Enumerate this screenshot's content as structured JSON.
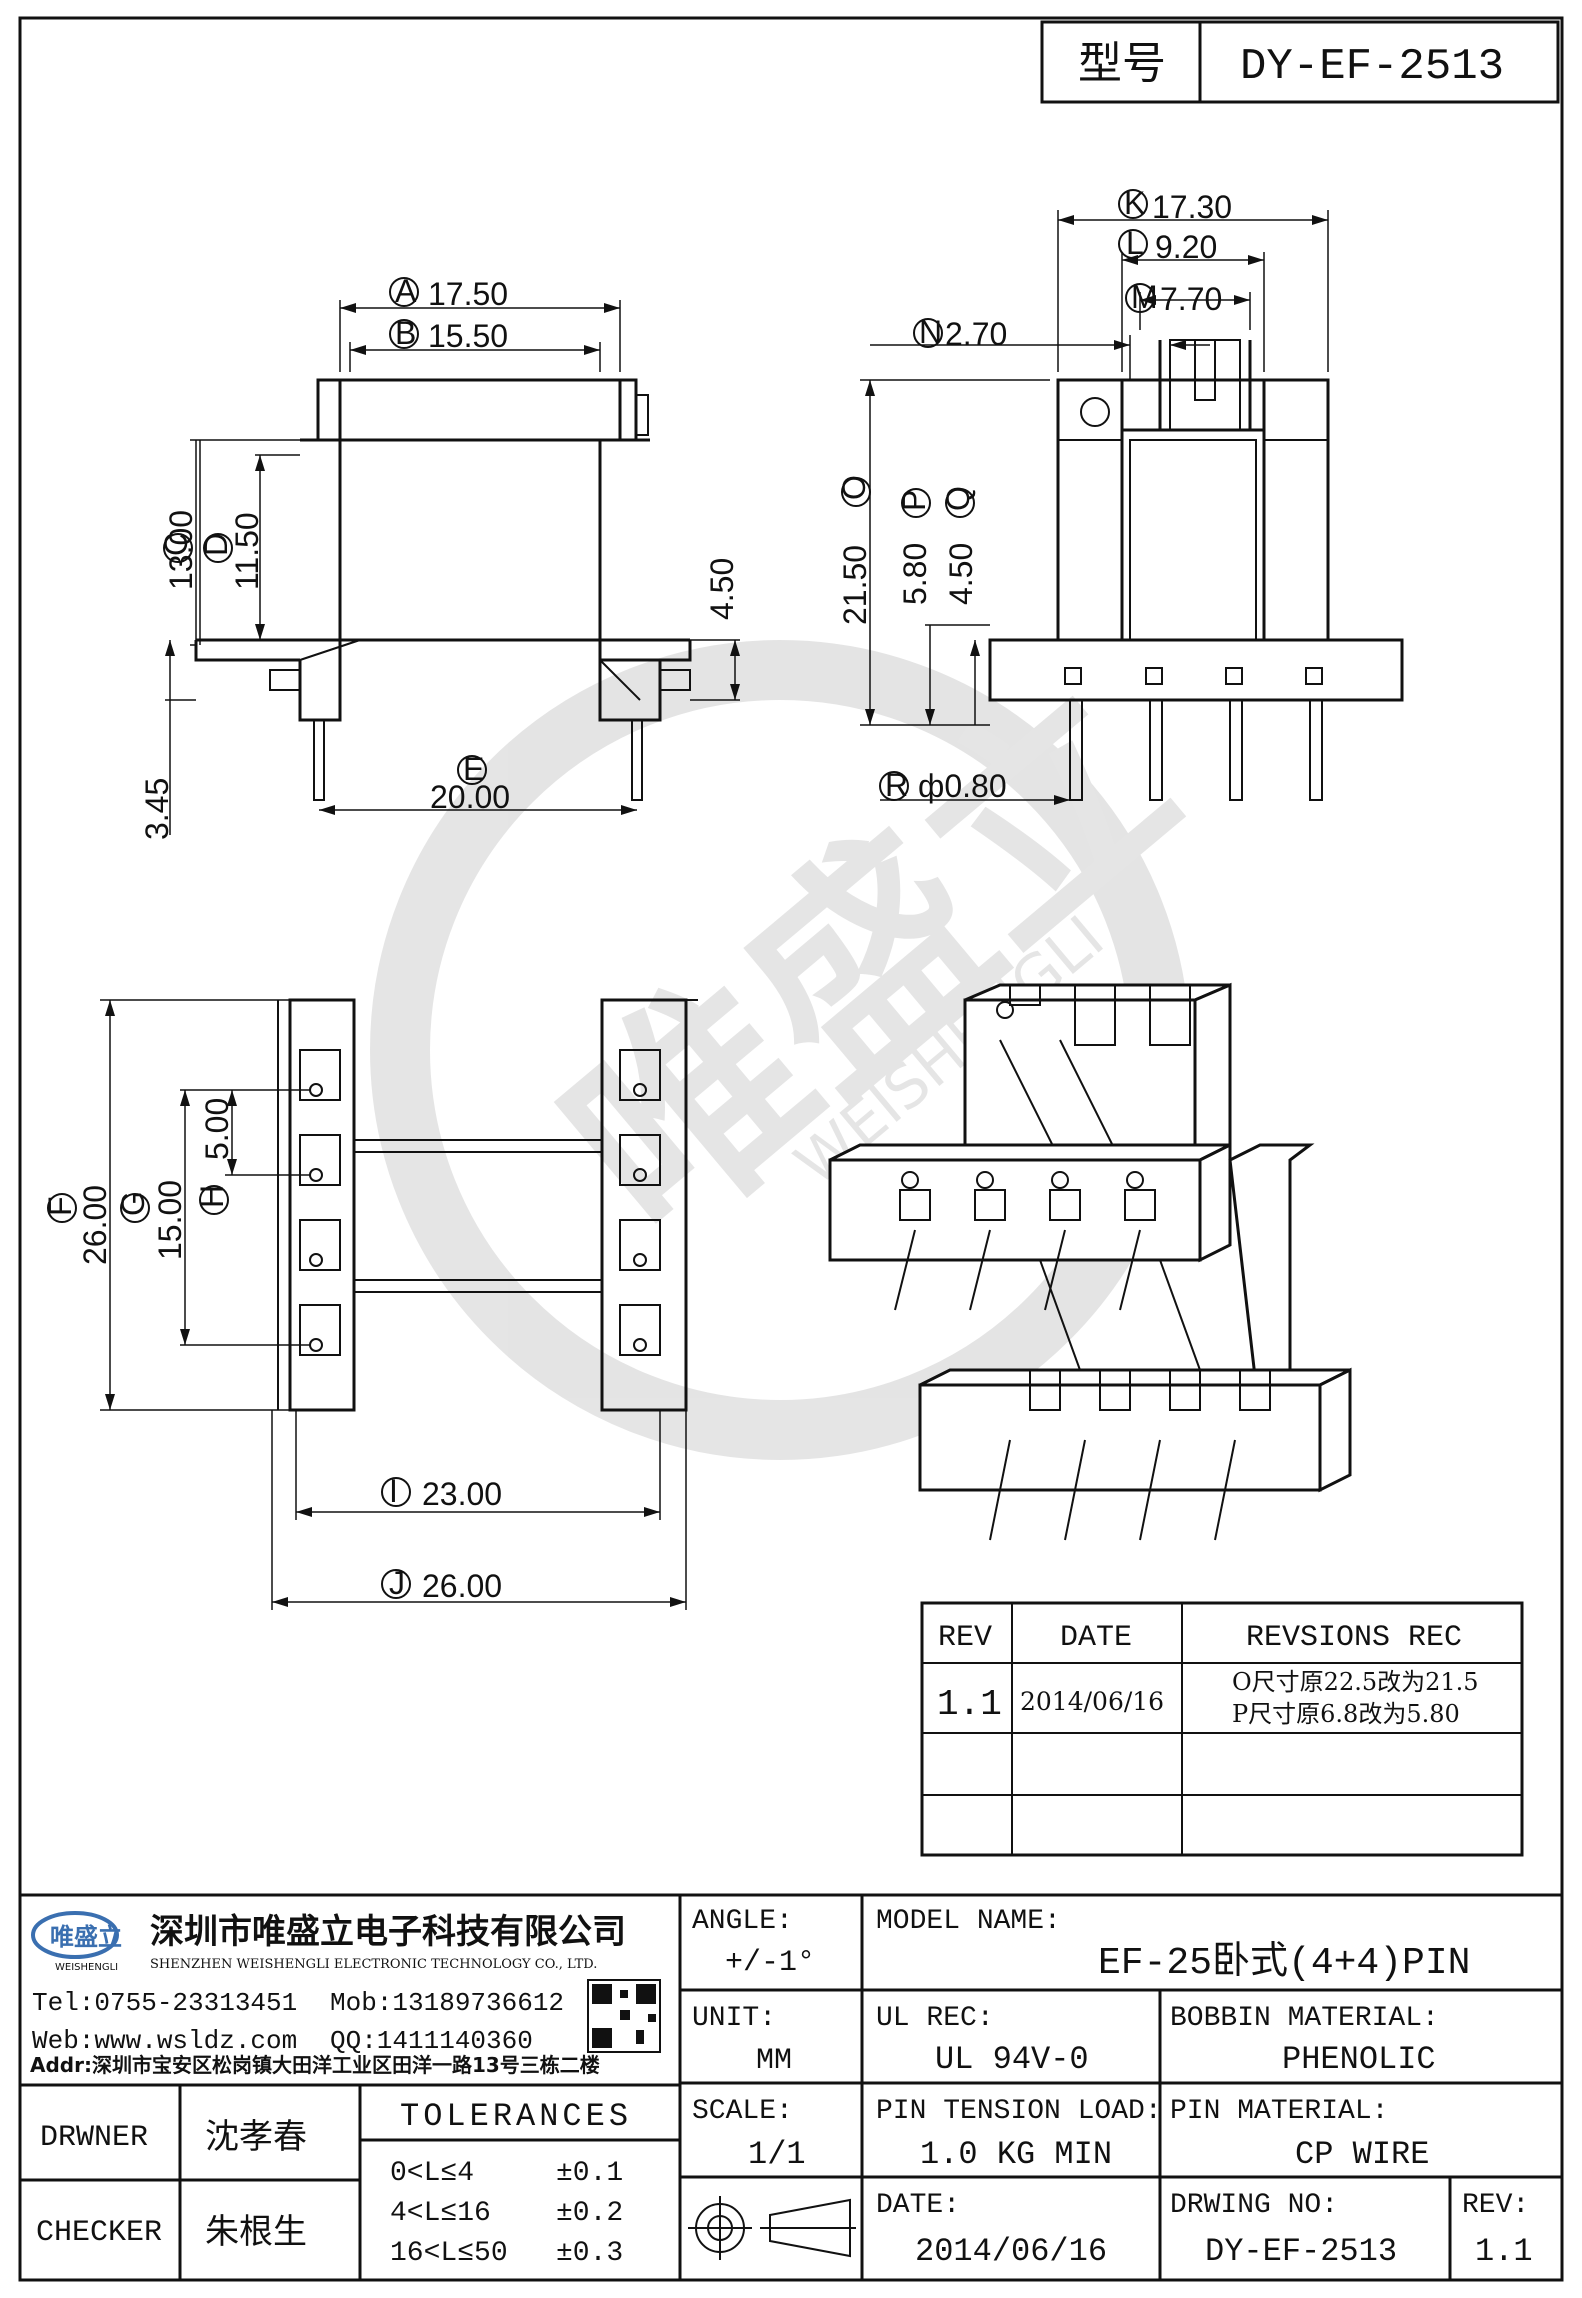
{
  "header": {
    "model_label": "型号",
    "model_value": "DY-EF-2513"
  },
  "dimensions": {
    "A": "17.50",
    "B": "15.50",
    "C": "13.00",
    "D": "11.50",
    "E": "20.00",
    "F": "26.00",
    "G": "15.00",
    "H": "5.00",
    "I": "23.00",
    "J": "26.00",
    "K": "17.30",
    "L": "9.20",
    "M": "7.70",
    "N": "2.70",
    "O": "21.50",
    "P": "5.80",
    "Q": "4.50",
    "R": "ф0.80",
    "side_left": "3.45",
    "side_right": "4.50"
  },
  "markers": {
    "A": "A",
    "B": "B",
    "C": "C",
    "D": "D",
    "E": "E",
    "F": "F",
    "G": "G",
    "H": "H",
    "I": "I",
    "J": "J",
    "K": "K",
    "L": "L",
    "M": "M",
    "N": "N",
    "O": "O",
    "P": "P",
    "Q": "Q",
    "R": "R"
  },
  "watermark": {
    "chinese": "唯盛立",
    "english": "WEISHENGLI"
  },
  "revision_table": {
    "headers": [
      "REV",
      "DATE",
      "REVSIONS REC"
    ],
    "rows": [
      {
        "rev": "1.1",
        "date": "2014/06/16",
        "rec_line1": "O尺寸原22.5改为21.5",
        "rec_line2": "P尺寸原6.8改为5.80"
      },
      {
        "rev": "",
        "date": "",
        "rec_line1": "",
        "rec_line2": ""
      },
      {
        "rev": "",
        "date": "",
        "rec_line1": "",
        "rec_line2": ""
      }
    ]
  },
  "company": {
    "logo_text": "唯盛立",
    "logo_sub": "WEISHENGLI",
    "name_cn": "深圳市唯盛立电子科技有限公司",
    "name_en": "SHENZHEN WEISHENGLI ELECTRONIC TECHNOLOGY CO., LTD.",
    "tel": "Tel:0755-23313451",
    "mob": "Mob:13189736612",
    "web": "Web:www.wsldz.com",
    "qq": "QQ:1411140360",
    "addr": "Addr:深圳市宝安区松岗镇大田洋工业区田洋一路13号三栋二楼"
  },
  "title_block": {
    "angle_label": "ANGLE:",
    "angle_value": "+/-1°",
    "model_name_label": "MODEL NAME:",
    "model_name_value": "EF-25卧式(4+4)PIN",
    "unit_label": "UNIT:",
    "unit_value": "MM",
    "ul_rec_label": "UL REC:",
    "ul_rec_value": "UL 94V-0",
    "bobbin_label": "BOBBIN MATERIAL:",
    "bobbin_value": "PHENOLIC",
    "scale_label": "SCALE:",
    "scale_value": "1/1",
    "pin_tension_label": "PIN TENSION LOAD:",
    "pin_tension_value": "1.0 KG MIN",
    "pin_material_label": "PIN MATERIAL:",
    "pin_material_value": "CP WIRE",
    "date_label": "DATE:",
    "date_value": "2014/06/16",
    "drwing_no_label": "DRWING NO:",
    "drwing_no_value": "DY-EF-2513",
    "rev_label": "REV:",
    "rev_value": "1.1",
    "drawer_label": "DRWNER",
    "drawer_name": "沈孝春",
    "checker_label": "CHECKER",
    "checker_name": "朱根生",
    "tolerances_label": "TOLERANCES",
    "tolerances": [
      {
        "range": "0<L≤4",
        "value": "±0.1"
      },
      {
        "range": "4<L≤16",
        "value": "±0.2"
      },
      {
        "range": "16<L≤50",
        "value": "±0.3"
      }
    ]
  }
}
